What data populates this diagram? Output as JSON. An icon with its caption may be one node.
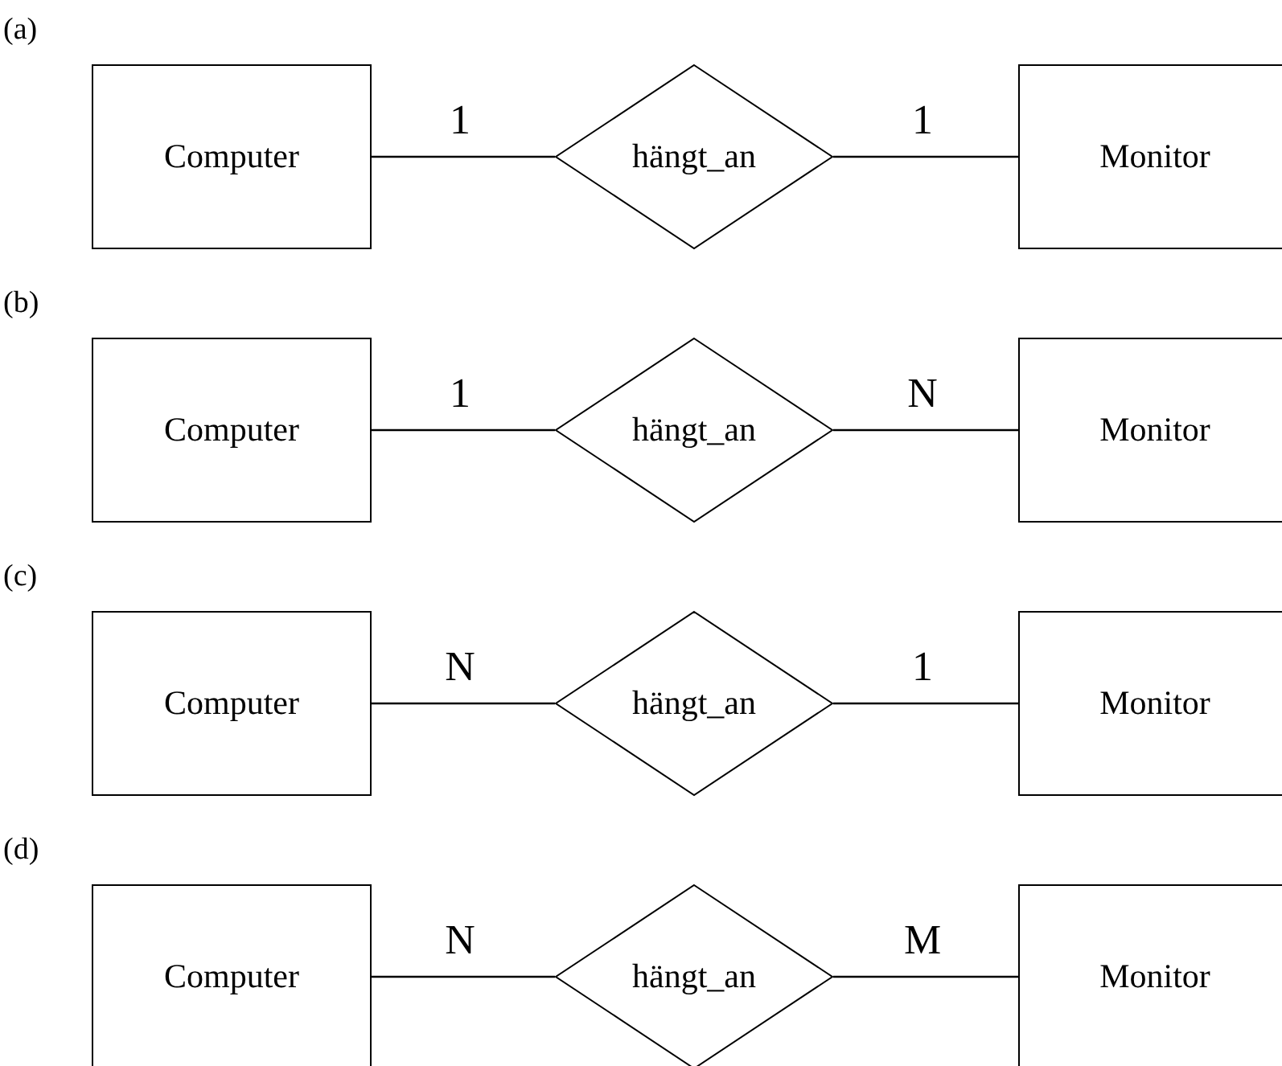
{
  "diagram": {
    "nodes": [
      {
        "text": [
          "Computer"
        ]
      },
      {
        "text": [
          "hängt_an"
        ]
      },
      {
        "text": [
          "Monitor"
        ]
      },
      {
        "text": [
          "Computer"
        ]
      },
      {
        "text": [
          "hängt_an"
        ]
      },
      {
        "text": [
          "Monitor"
        ]
      },
      {
        "text": [
          "Computer"
        ]
      },
      {
        "text": [
          "hängt_an"
        ]
      },
      {
        "text": [
          "Monitor"
        ]
      },
      {
        "text": [
          "Computer"
        ]
      },
      {
        "text": [
          "hängt_an"
        ]
      },
      {
        "text": [
          "Monitor"
        ]
      }
    ],
    "edges": [
      {
        "from": 0,
        "to": 1,
        "arrow": "none",
        "label": "1"
      },
      {
        "from": 1,
        "to": 2,
        "arrow": "none",
        "label": "1"
      },
      {
        "from": 3,
        "to": 4,
        "arrow": "none",
        "label": "1"
      },
      {
        "from": 4,
        "to": 5,
        "arrow": "none",
        "label": "N"
      },
      {
        "from": 6,
        "to": 7,
        "arrow": "none",
        "label": "N"
      },
      {
        "from": 7,
        "to": 8,
        "arrow": "none",
        "label": "1"
      },
      {
        "from": 9,
        "to": 10,
        "arrow": "none",
        "label": "N"
      },
      {
        "from": 10,
        "to": 11,
        "arrow": "none",
        "label": "M"
      }
    ],
    "labels": [
      "(a)",
      "(b)",
      "(c)",
      "(d)"
    ]
  }
}
